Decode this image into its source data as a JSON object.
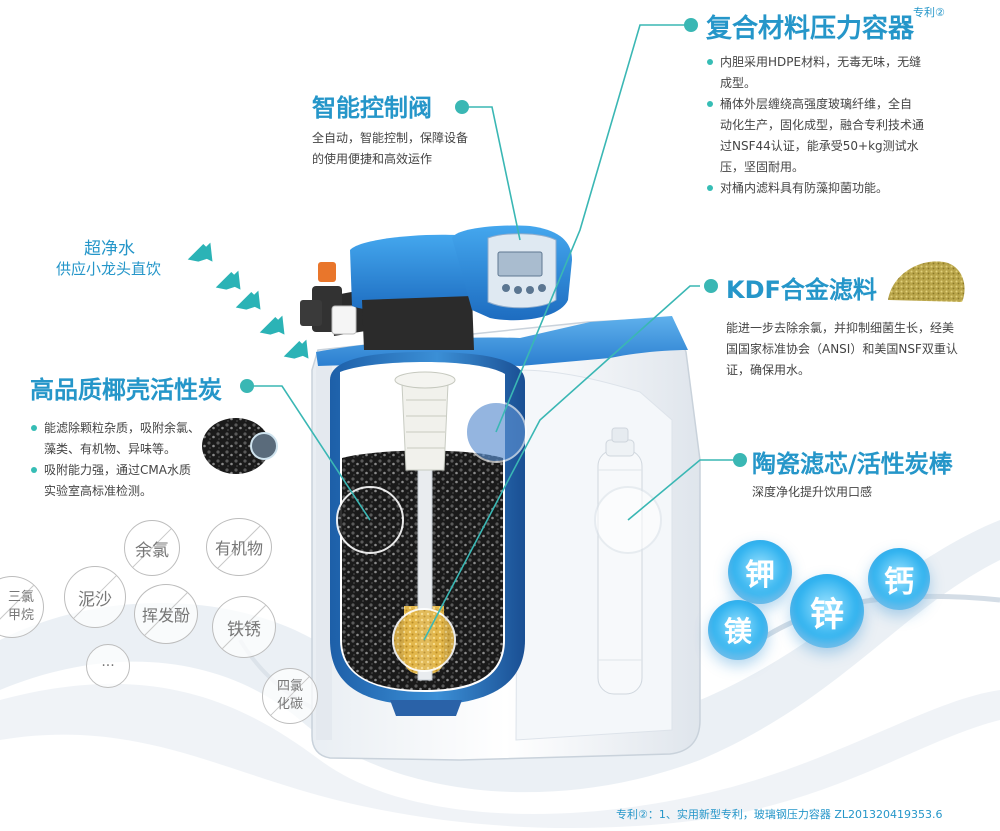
{
  "valve": {
    "title": "智能控制阀",
    "desc": [
      "全自动，智能控制，保障设备",
      "的使用便捷和高效运作"
    ]
  },
  "tank": {
    "title": "复合材料压力容器",
    "patent_mark": "专利②",
    "bullets": [
      [
        "内胆采用HDPE材料，无毒无味，无缝",
        "成型。"
      ],
      [
        "桶体外层缠绕高强度玻璃纤维，全自",
        "动化生产，固化成型，融合专利技术通",
        "过NSF44认证，能承受50+kg测试水",
        "压，坚固耐用。"
      ],
      [
        "对桶内滤料具有防藻抑菌功能。"
      ]
    ]
  },
  "water_out": {
    "line1": "超净水",
    "line2": "供应小龙头直饮"
  },
  "kdf": {
    "title": "KDF合金滤料",
    "desc": [
      "能进一步去除余氯，并抑制细菌生长，经美",
      "国国家标准协会（ANSI）和美国NSF双重认",
      "证，确保用水。"
    ]
  },
  "carbon": {
    "title": "高品质椰壳活性炭",
    "bullets": [
      [
        "能滤除颗粒杂质，吸附余氯、",
        "藻类、有机物、异味等。"
      ],
      [
        "吸附能力强，通过CMA水质",
        "实验室高标准检测。"
      ]
    ]
  },
  "ceramic": {
    "title": "陶瓷滤芯/活性炭棒",
    "desc": "深度净化提升饮用口感"
  },
  "removed": {
    "chlorine": "余氯",
    "organic": "有机物",
    "sand": "泥沙",
    "voc": "挥发酚",
    "rust": "铁锈",
    "thm_1": "三氯",
    "thm_2": "甲烷",
    "ccl4_1": "四氯",
    "ccl4_2": "化碳",
    "more": "···"
  },
  "minerals": {
    "potassium": "钾",
    "calcium": "钙",
    "zinc": "锌",
    "magnesium": "镁"
  },
  "footnote": "专利②：1、实用新型专利，玻璃钢压力容器 ZL201320419353.6",
  "colors": {
    "accent": "#2596c9",
    "teal": "#3ab7b4",
    "tank_blue": "#2d7cc0"
  }
}
